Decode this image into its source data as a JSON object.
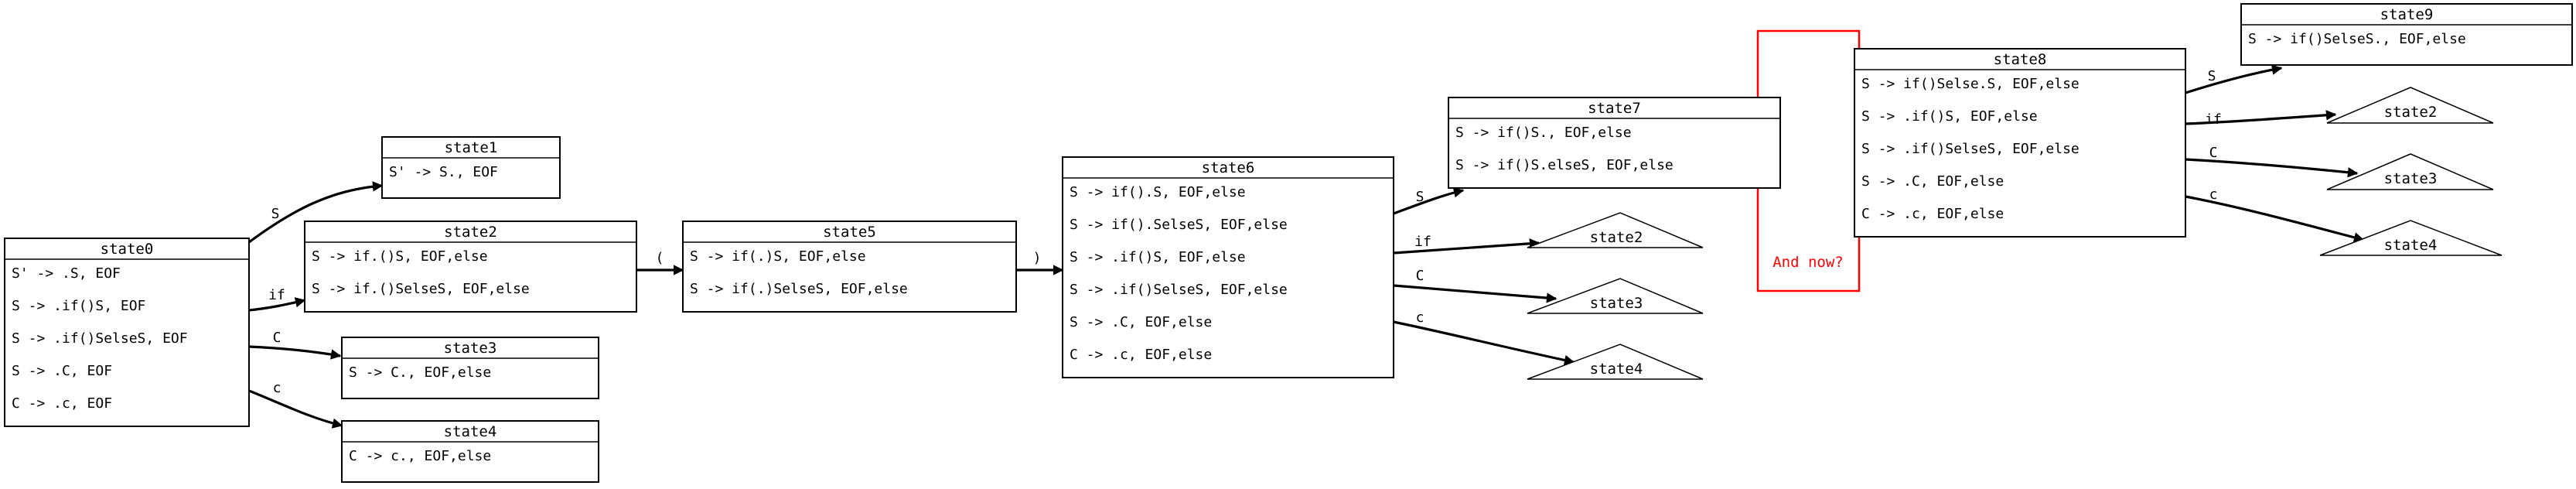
{
  "states": [
    {
      "id": "state0",
      "items": [
        "S' -> .S,  EOF",
        "S -> .if()S,  EOF",
        "S -> .if()SelseS,  EOF",
        "S -> .C,  EOF",
        "C -> .c,  EOF"
      ]
    },
    {
      "id": "state1",
      "items": [
        "S' -> S.,  EOF"
      ]
    },
    {
      "id": "state2",
      "items": [
        "S -> if.()S,  EOF,else",
        "S -> if.()SelseS,  EOF,else"
      ]
    },
    {
      "id": "state3",
      "items": [
        "S -> C.,  EOF,else"
      ]
    },
    {
      "id": "state4",
      "items": [
        "C -> c.,  EOF,else"
      ]
    },
    {
      "id": "state5",
      "items": [
        "S -> if(.)S,  EOF,else",
        "S -> if(.)SelseS,  EOF,else"
      ]
    },
    {
      "id": "state6",
      "items": [
        "S -> if().S,  EOF,else",
        "S -> if().SelseS,  EOF,else",
        "S -> .if()S,  EOF,else",
        "S -> .if()SelseS,  EOF,else",
        "S -> .C,  EOF,else",
        "C -> .c,  EOF,else"
      ]
    },
    {
      "id": "state7",
      "items": [
        "S -> if()S.,  EOF,else",
        "S -> if()S.elseS,  EOF,else"
      ]
    },
    {
      "id": "state8",
      "items": [
        "S -> if()Selse.S,  EOF,else",
        "S -> .if()S,  EOF,else",
        "S -> .if()SelseS,  EOF,else",
        "S -> .C,  EOF,else",
        "C -> .c,  EOF,else"
      ]
    },
    {
      "id": "state9",
      "items": [
        "S -> if()SelseS.,  EOF,else"
      ]
    }
  ],
  "references": [
    "state2",
    "state3",
    "state4",
    "state2",
    "state3",
    "state4"
  ],
  "edges": [
    {
      "from": "state0",
      "to": "state1",
      "label": "S"
    },
    {
      "from": "state0",
      "to": "state2",
      "label": "if"
    },
    {
      "from": "state0",
      "to": "state3",
      "label": "C"
    },
    {
      "from": "state0",
      "to": "state4",
      "label": "c"
    },
    {
      "from": "state2",
      "to": "state5",
      "label": "("
    },
    {
      "from": "state5",
      "to": "state6",
      "label": ")"
    },
    {
      "from": "state6",
      "to": "state7",
      "label": "S"
    },
    {
      "from": "state6",
      "to": "state2",
      "label": "if"
    },
    {
      "from": "state6",
      "to": "state3",
      "label": "C"
    },
    {
      "from": "state6",
      "to": "state4",
      "label": "c"
    },
    {
      "from": "state8",
      "to": "state9",
      "label": "S"
    },
    {
      "from": "state8",
      "to": "state2",
      "label": "if"
    },
    {
      "from": "state8",
      "to": "state3",
      "label": "C"
    },
    {
      "from": "state8",
      "to": "state4",
      "label": "c"
    }
  ],
  "note": {
    "text": "And now?",
    "color": "#ff0000"
  }
}
